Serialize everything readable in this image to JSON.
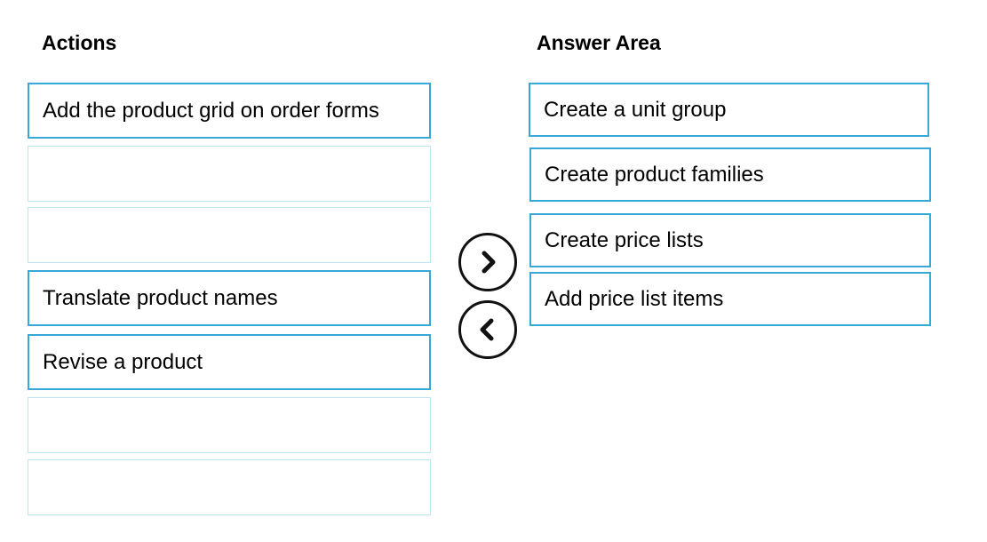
{
  "actions": {
    "heading": "Actions",
    "items": [
      {
        "label": "Add the product grid on order forms"
      },
      {
        "label": ""
      },
      {
        "label": ""
      },
      {
        "label": "Translate product names"
      },
      {
        "label": "Revise a product"
      },
      {
        "label": ""
      },
      {
        "label": ""
      }
    ]
  },
  "answer_area": {
    "heading": "Answer Area",
    "items": [
      {
        "label": "Create a unit group"
      },
      {
        "label": "Create product families"
      },
      {
        "label": "Create price lists"
      },
      {
        "label": "Add price list items"
      }
    ]
  },
  "controls": {
    "move_right_icon": "chevron-right-icon",
    "move_left_icon": "chevron-left-icon"
  },
  "colors": {
    "slot_border": "#38a8d6",
    "empty_slot_border": "#bfe5f2"
  }
}
